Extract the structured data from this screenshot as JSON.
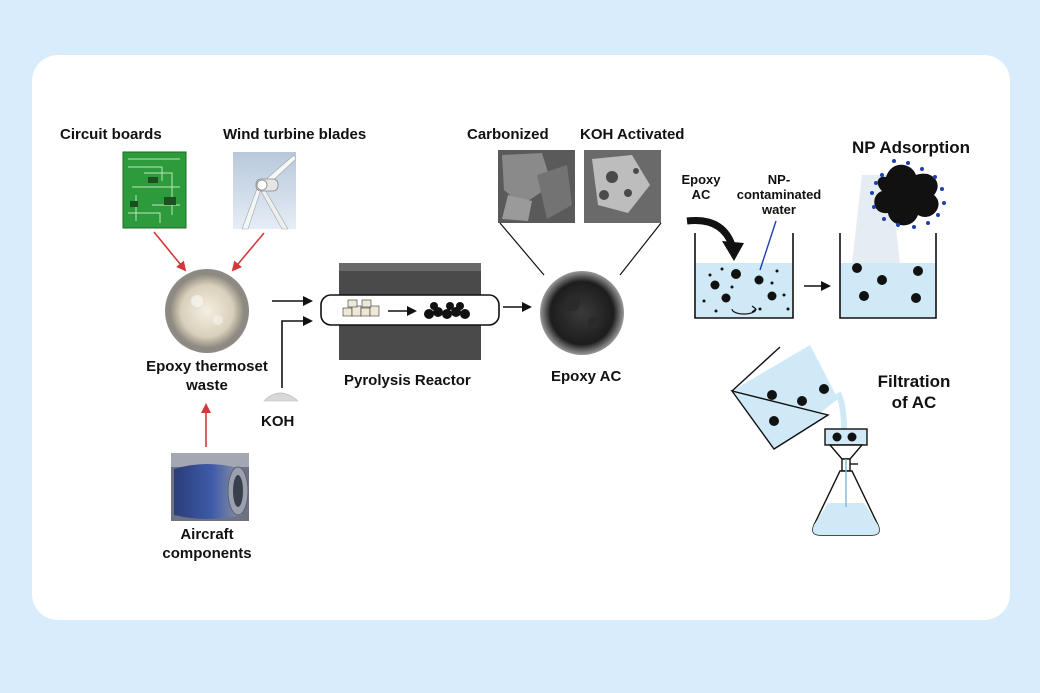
{
  "labels": {
    "circuit_boards": "Circuit boards",
    "wind_turbine_blades": "Wind turbine blades",
    "epoxy_waste_line1": "Epoxy thermoset",
    "epoxy_waste_line2": "waste",
    "koh": "KOH",
    "aircraft_line1": "Aircraft",
    "aircraft_line2": "components",
    "pyrolysis_reactor": "Pyrolysis Reactor",
    "carbonized": "Carbonized",
    "koh_activated": "KOH Activated",
    "epoxy_ac": "Epoxy AC",
    "epoxy_ac_small_line1": "Epoxy",
    "epoxy_ac_small_line2": "AC",
    "np_water_line1": "NP-",
    "np_water_line2": "contaminated",
    "np_water_line3": "water",
    "np_adsorption": "NP Adsorption",
    "filtration_line1": "Filtration",
    "filtration_line2": "of AC"
  },
  "colors": {
    "page_background": "#d9ecfb",
    "card_background": "#ffffff",
    "feed_arrow": "#d23a3a",
    "process_arrow": "#111111",
    "water": "#cfe9f7",
    "circuit_board": "#2d9a3c",
    "reactor": "#4a4a4a",
    "np_dots": "#1f3fb0"
  }
}
